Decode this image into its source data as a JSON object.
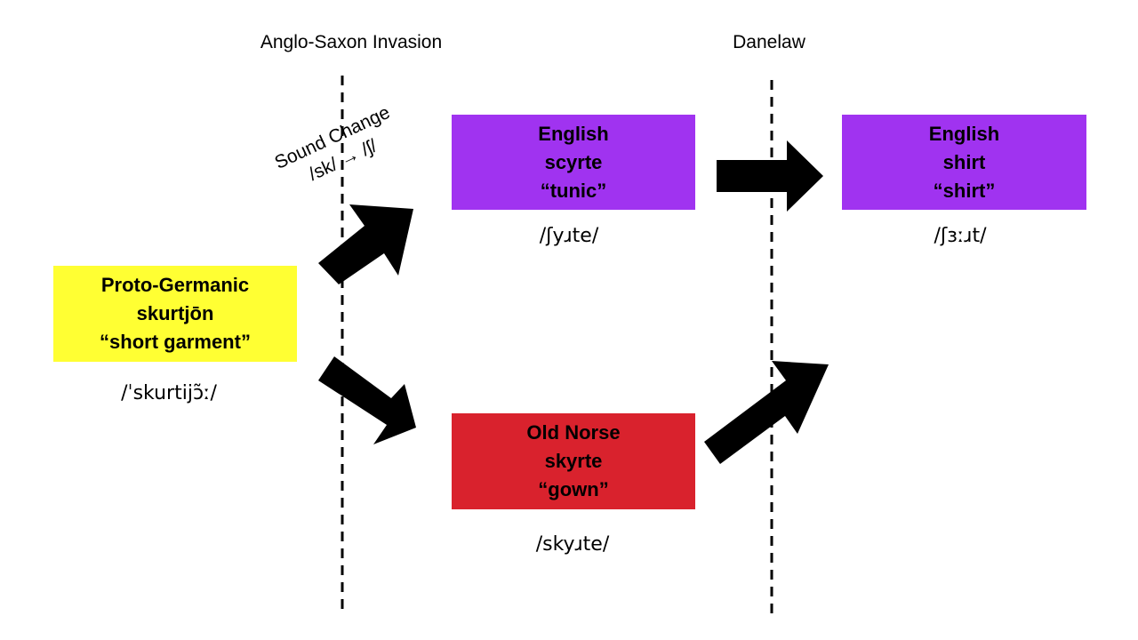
{
  "periods": {
    "anglo_saxon": "Anglo-Saxon Invasion",
    "danelaw": "Danelaw"
  },
  "sound_change": {
    "title": "Sound Change",
    "rule": "/sk/ → /ʃ/"
  },
  "nodes": {
    "proto_germanic": {
      "language": "Proto-Germanic",
      "word": "skurtjōn",
      "gloss": "“short garment”",
      "ipa": "/ˈskurtijɔ̃ː/",
      "color": "#ffff33"
    },
    "english_old": {
      "language": "English",
      "word": "scyrte",
      "gloss": "“tunic”",
      "ipa": "/ʃyɹte/",
      "color": "#a033f0"
    },
    "old_norse": {
      "language": "Old Norse",
      "word": "skyrte",
      "gloss": "“gown”",
      "ipa": "/skyɹte/",
      "color": "#d9222d"
    },
    "english_modern": {
      "language": "English",
      "word": "shirt",
      "gloss": "“shirt”",
      "ipa": "/ʃɜːɹt/",
      "color": "#a033f0"
    }
  }
}
